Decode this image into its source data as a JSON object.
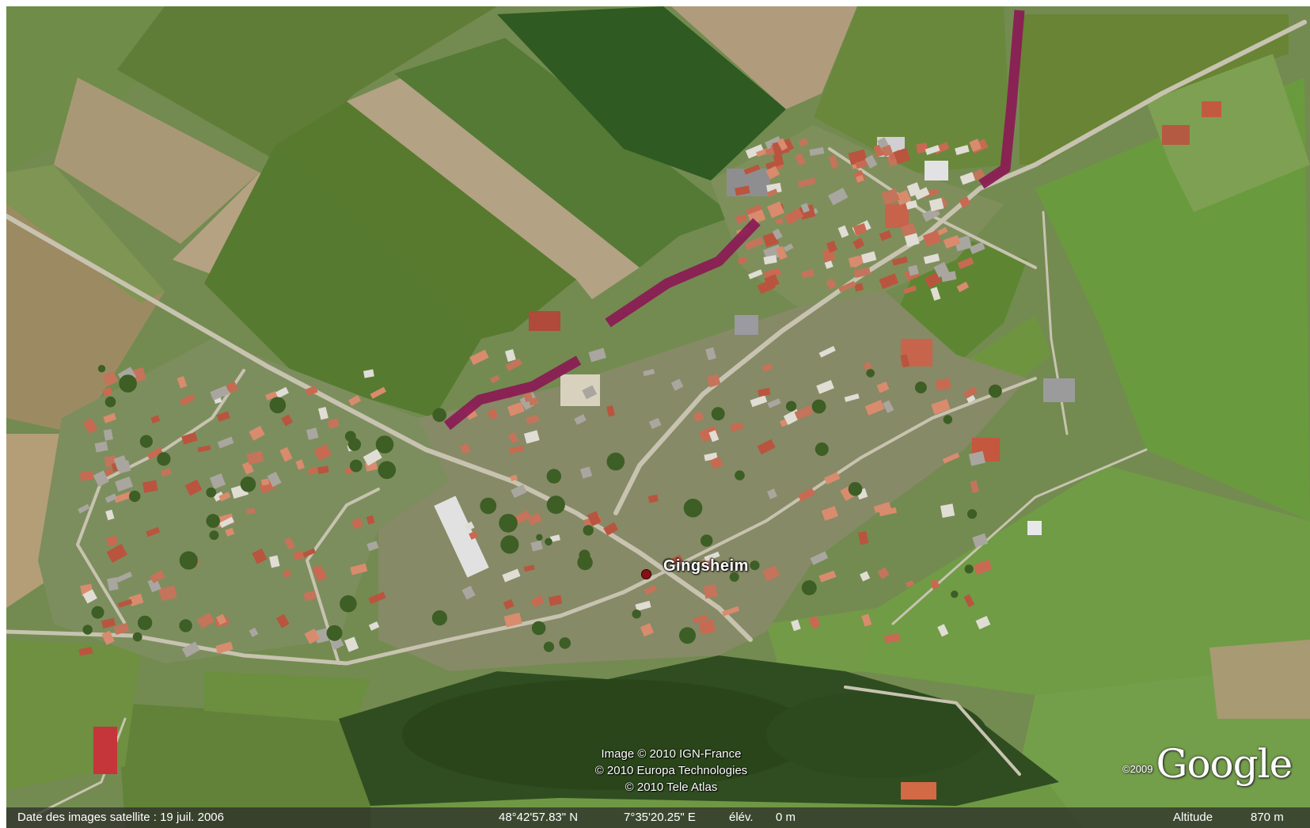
{
  "map": {
    "place_label": "Gingsheim",
    "attribution": [
      "Image © 2010 IGN-France",
      "© 2010 Europa Technologies",
      "© 2010 Tele Atlas"
    ],
    "brand_year": "©2009",
    "brand_name": "Google",
    "route_color": "#8b1a55"
  },
  "status_bar": {
    "date": "Date des images satellite : 19 juil. 2006",
    "latitude": "48°42'57.83\" N",
    "longitude": "7°35'20.25\" E",
    "elevation_label": "élév.",
    "elevation_value": "0 m",
    "altitude_label": "Altitude",
    "altitude_value": "870 m"
  }
}
